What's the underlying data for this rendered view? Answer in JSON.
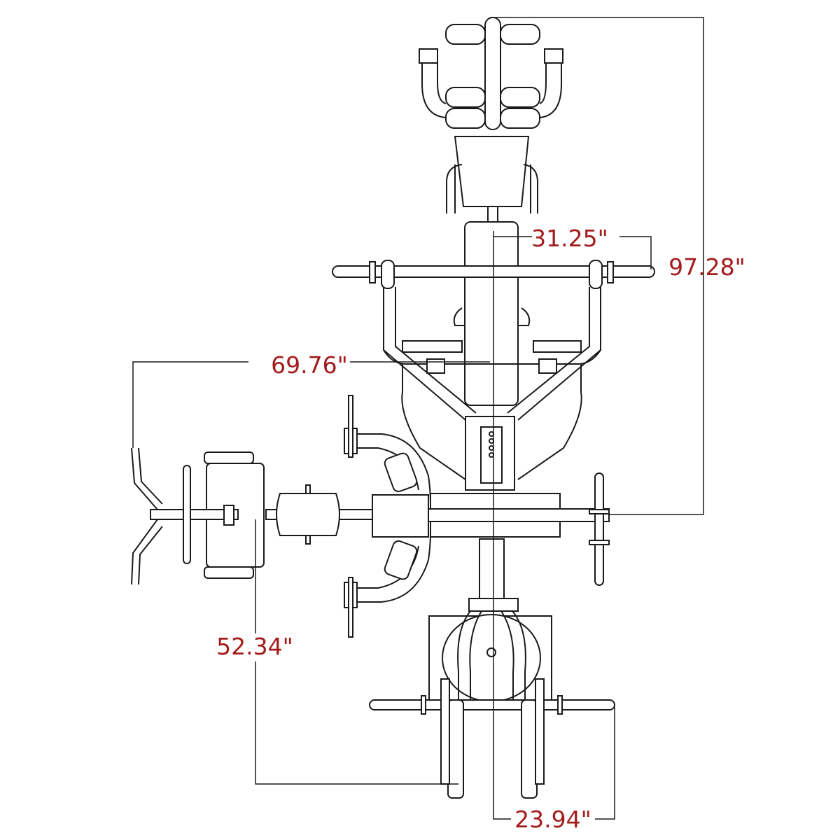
{
  "dimensions": {
    "overall_length": "97.28\"",
    "bar_half_width": "31.25\"",
    "overall_width": "69.76\"",
    "leg_extension_depth": "52.34\"",
    "rear_half_width": "23.94\""
  },
  "colors": {
    "label": "#a31c1c",
    "line": "#1a1a1a"
  }
}
